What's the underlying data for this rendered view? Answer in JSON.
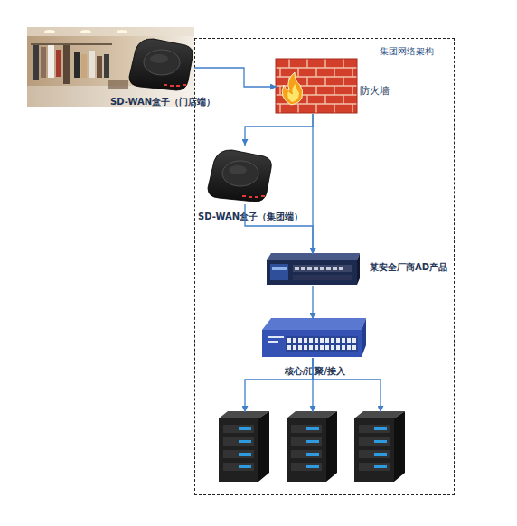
{
  "diagram": {
    "nodes": [
      {
        "text": [
          "SD-WAN盒子（门店端）"
        ]
      },
      {
        "text": [
          "集团网络架构"
        ]
      },
      {
        "text": [
          "防火墙"
        ],
        "in": 1
      },
      {
        "text": [
          "SD-WAN盒子（集团端）"
        ],
        "in": 1
      },
      {
        "text": [
          "某安全厂商AD产品"
        ],
        "in": 1
      },
      {
        "text": [
          "核心/汇聚/接入"
        ],
        "in": 1
      },
      {
        "text": [],
        "in": 1
      },
      {
        "text": [],
        "in": 1
      },
      {
        "text": [],
        "in": 1
      }
    ],
    "edges": [
      {
        "from": 0,
        "to": 2,
        "arrow": "to"
      },
      {
        "from": 2,
        "to": 3,
        "arrow": "to"
      },
      {
        "from": 2,
        "to": 4,
        "arrow": "to"
      },
      {
        "from": 3,
        "to": 4,
        "arrow": "to"
      },
      {
        "from": 4,
        "to": 5,
        "arrow": "to"
      },
      {
        "from": 5,
        "to": 6,
        "arrow": "to"
      },
      {
        "from": 5,
        "to": 7,
        "arrow": "to"
      },
      {
        "from": 5,
        "to": 8,
        "arrow": "to"
      }
    ]
  }
}
